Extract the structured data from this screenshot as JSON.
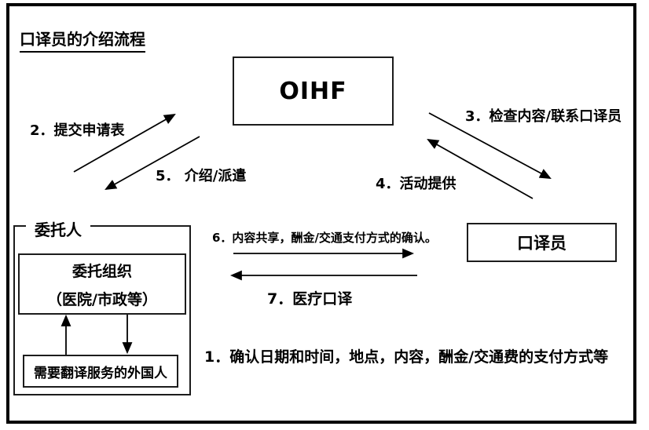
{
  "title": "口译员的介绍流程",
  "boxes": {
    "oihf": "OIHF",
    "interpreter": "口译员",
    "client_group_label": "委托人",
    "client_org_line1": "委托组织",
    "client_org_line2": "（医院/市政等）",
    "foreigner": "需要翻译服务的外国人"
  },
  "steps": {
    "s1": "1．确认日期和时间，地点，内容，酬金/交通费的支付方式等",
    "s2": "2．提交申请表",
    "s3": "3．检查内容/联系口译员",
    "s4": "4．活动提供",
    "s5": "5． 介绍/派遣",
    "s6": "6．内容共享，酬金/交通支付方式的确认。",
    "s7": "7．医疗口译"
  },
  "flows": [
    {
      "step": "2",
      "from": "委托人",
      "to": "OIHF",
      "label": "提交申请表"
    },
    {
      "step": "5",
      "from": "OIHF",
      "to": "委托人",
      "label": "介绍/派遣"
    },
    {
      "step": "3",
      "from": "OIHF",
      "to": "口译员",
      "label": "检查内容/联系口译员"
    },
    {
      "step": "4",
      "from": "口译员",
      "to": "OIHF",
      "label": "活动提供"
    },
    {
      "step": "6",
      "from": "委托人",
      "to": "口译员",
      "label": "内容共享，酬金/交通支付方式的确认。"
    },
    {
      "step": "7",
      "from": "口译员",
      "to": "委托人",
      "label": "医疗口译"
    },
    {
      "step": "internal-up",
      "from": "需要翻译服务的外国人",
      "to": "委托组织"
    },
    {
      "step": "internal-down",
      "from": "委托组织",
      "to": "需要翻译服务的外国人"
    }
  ],
  "colors": {
    "background": "#ffffff",
    "line": "#000000",
    "text": "#000000"
  }
}
